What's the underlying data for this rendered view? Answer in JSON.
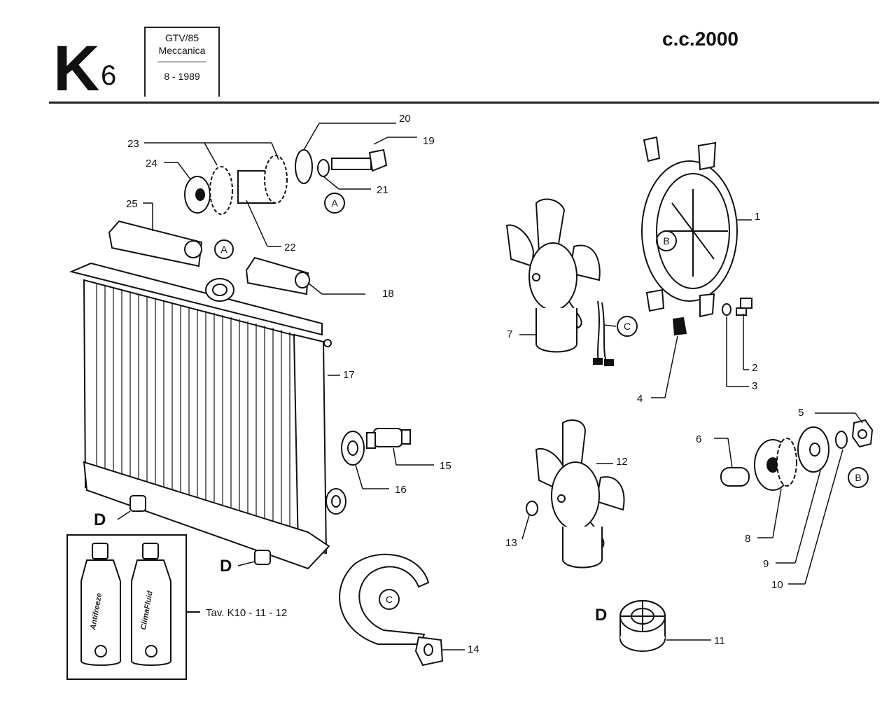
{
  "header": {
    "section_letter": "K",
    "section_number": "6",
    "model": "GTV/85",
    "group": "Meccanica",
    "date": "8 - 1989",
    "displacement": "c.c.2000"
  },
  "callouts": {
    "c1": "1",
    "c2": "2",
    "c3": "3",
    "c4": "4",
    "c5": "5",
    "c6": "6",
    "c7": "7",
    "c8": "8",
    "c9": "9",
    "c10": "10",
    "c11": "11",
    "c12": "12",
    "c13": "13",
    "c14": "14",
    "c15": "15",
    "c16": "16",
    "c17": "17",
    "c18": "18",
    "c19": "19",
    "c20": "20",
    "c21": "21",
    "c22": "22",
    "c23": "23",
    "c24": "24",
    "c25": "25"
  },
  "ref_letters": {
    "A": "A",
    "B": "B",
    "C": "C",
    "D": "D"
  },
  "coolant_box": {
    "reference": "Tav. K10 - 11 - 12",
    "bottle_left": "Antifreeze",
    "bottle_right": "ClimaFluid"
  },
  "colors": {
    "ink": "#111111",
    "paper": "#ffffff"
  }
}
